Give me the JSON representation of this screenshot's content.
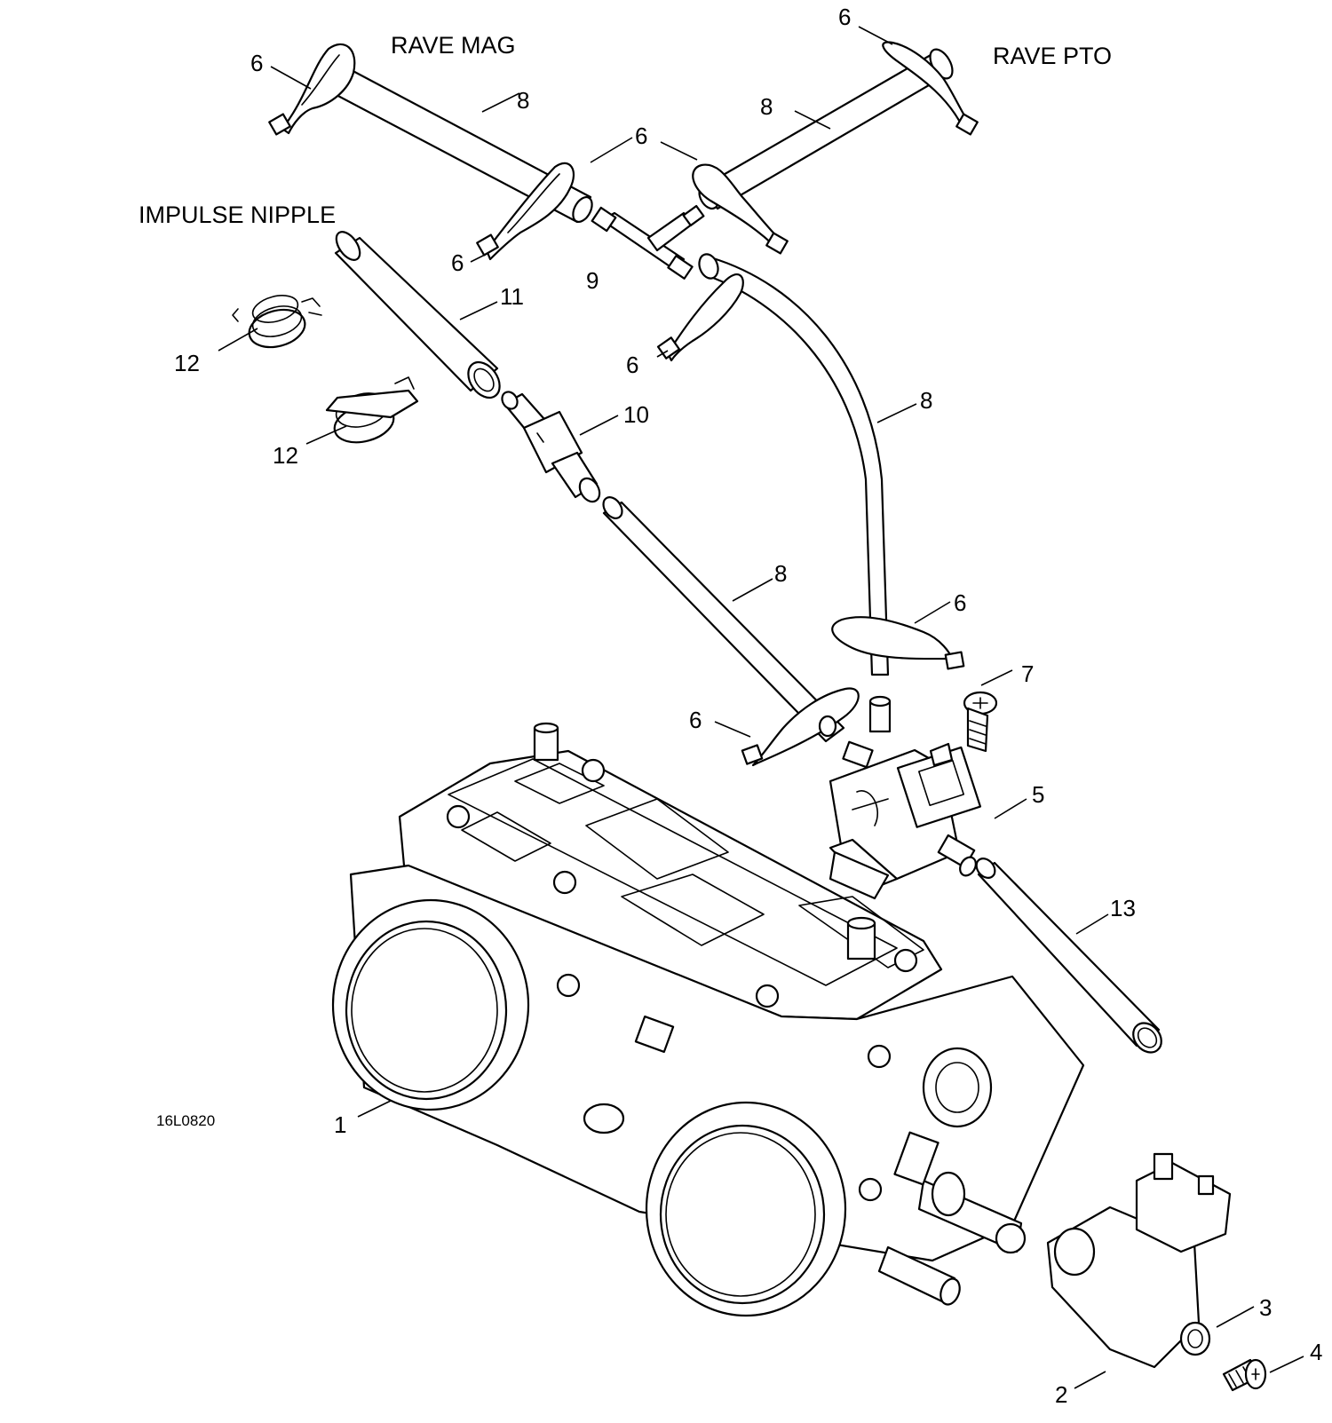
{
  "labels": {
    "rave_mag": "RAVE MAG",
    "rave_pto": "RAVE PTO",
    "impulse_nipple": "IMPULSE NIPPLE",
    "drawing_code": "16L0820"
  },
  "callouts": {
    "c1": "1",
    "c2": "2",
    "c3": "3",
    "c4": "4",
    "c5": "5",
    "c6": "6",
    "c7": "7",
    "c8": "8",
    "c9": "9",
    "c10": "10",
    "c11": "11",
    "c12": "12",
    "c13": "13"
  },
  "colors": {
    "ink": "#000000",
    "paper": "#ffffff"
  }
}
